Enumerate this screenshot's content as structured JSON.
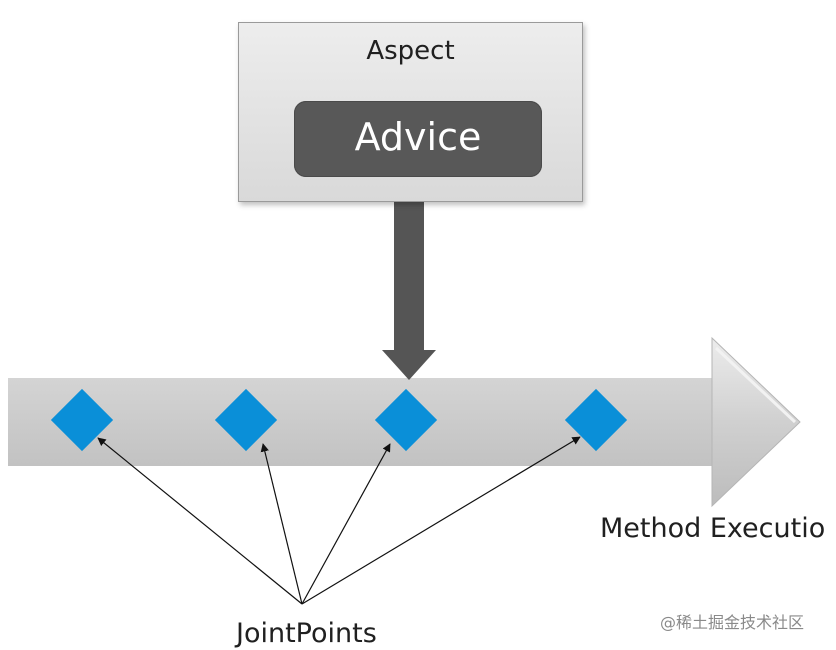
{
  "aspect": {
    "title": "Aspect",
    "advice_label": "Advice"
  },
  "method_execution_label": "Method Executio",
  "joinpoints_label": "JointPoints",
  "watermark": "@稀土掘金技术社区",
  "joinpoint_count": 4,
  "colors": {
    "arrow_body": "#c8c8c8",
    "joinpoint": "#0a8fd8",
    "advice_bg": "#585858",
    "down_arrow": "#555555"
  }
}
